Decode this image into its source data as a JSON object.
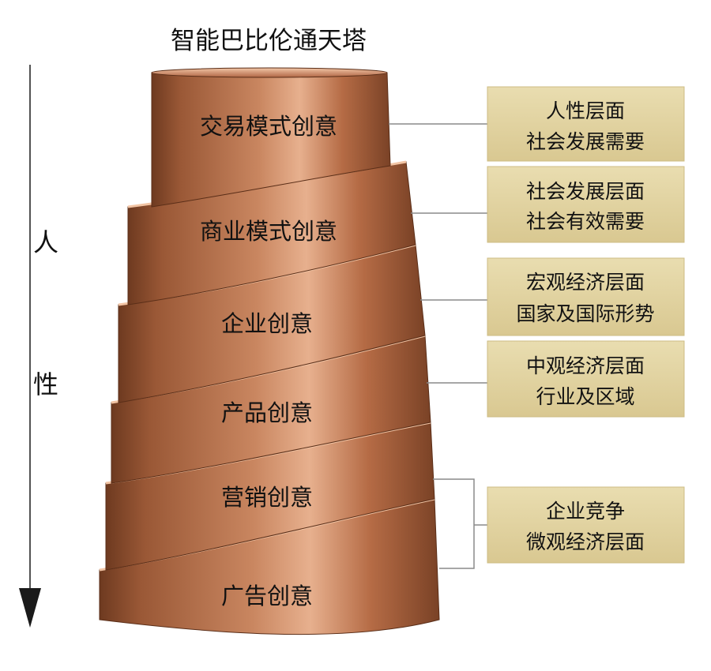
{
  "title": "智能巴比伦通天塔",
  "axis_label": [
    "人",
    "性"
  ],
  "tiers": [
    {
      "label": "交易模式创意"
    },
    {
      "label": "商业模式创意"
    },
    {
      "label": "企业创意"
    },
    {
      "label": "产品创意"
    },
    {
      "label": "营销创意"
    },
    {
      "label": "广告创意"
    }
  ],
  "annotations": [
    {
      "line1": "人性层面",
      "line2": "社会发展需要"
    },
    {
      "line1": "社会发展层面",
      "line2": "社会有效需要"
    },
    {
      "line1": "宏观经济层面",
      "line2": "国家及国际形势"
    },
    {
      "line1": "中观经济层面",
      "line2": "行业及区域"
    },
    {
      "line1": "企业竞争",
      "line2": "微观经济层面"
    }
  ],
  "colors": {
    "copper_dark": "#6e3a20",
    "copper_mid": "#b56b45",
    "copper_light": "#e7b08e",
    "box_fill": "#e3d6a7",
    "connector": "#8a8a8a",
    "arrow": "#1a1a1a"
  }
}
